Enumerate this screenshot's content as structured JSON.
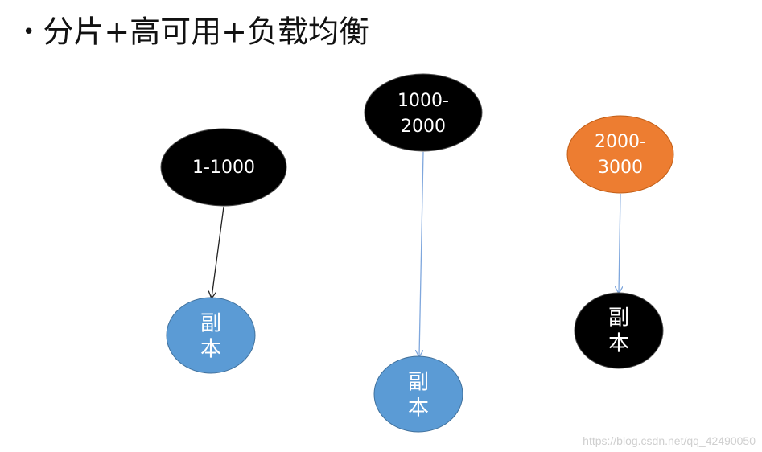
{
  "title": {
    "bullet": "•",
    "text": "分片+高可用+负载均衡"
  },
  "colors": {
    "black_node": "#000000",
    "orange_node": "#ed7d31",
    "blue_node": "#5b9bd5",
    "arrow_black": "#222222",
    "arrow_blue": "#7fa7dd"
  },
  "shards": [
    {
      "line1": "1-1000",
      "line2": ""
    },
    {
      "line1": "1000-",
      "line2": "2000"
    },
    {
      "line1": "2000-",
      "line2": "3000"
    }
  ],
  "replicas": [
    {
      "line1": "副",
      "line2": "本"
    },
    {
      "line1": "副",
      "line2": "本"
    },
    {
      "line1": "副",
      "line2": "本"
    }
  ],
  "watermark": "https://blog.csdn.net/qq_42490050"
}
